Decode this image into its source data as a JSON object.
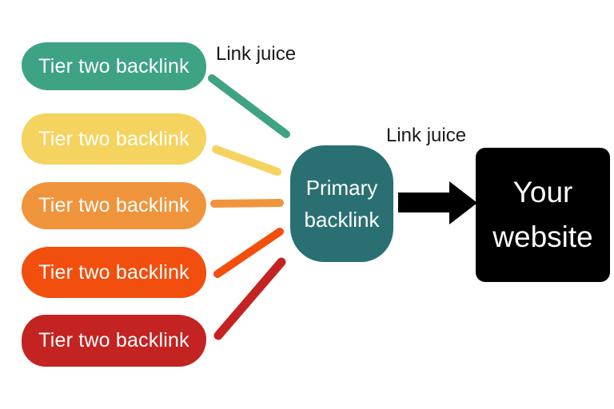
{
  "diagram": {
    "background": "#FFFFFF",
    "tiers": [
      {
        "label": "Tier two backlink",
        "color": "#3EA385"
      },
      {
        "label": "Tier two backlink",
        "color": "#F5D35F"
      },
      {
        "label": "Tier two backlink",
        "color": "#F0943C"
      },
      {
        "label": "Tier two backlink",
        "color": "#F24E0D"
      },
      {
        "label": "Tier two backlink",
        "color": "#C32321"
      }
    ],
    "primary": {
      "lines": [
        "Primary",
        "backlink"
      ],
      "color": "#2A7073",
      "text_color": "#FFFFFF"
    },
    "website": {
      "lines": [
        "Your",
        "website"
      ],
      "color": "#000000",
      "text_color": "#FFFFFF"
    },
    "labels": {
      "link_juice_1": "Link juice",
      "link_juice_2": "Link juice",
      "color": "#1A1A1A"
    },
    "arrow": {
      "color": "#000000"
    }
  }
}
